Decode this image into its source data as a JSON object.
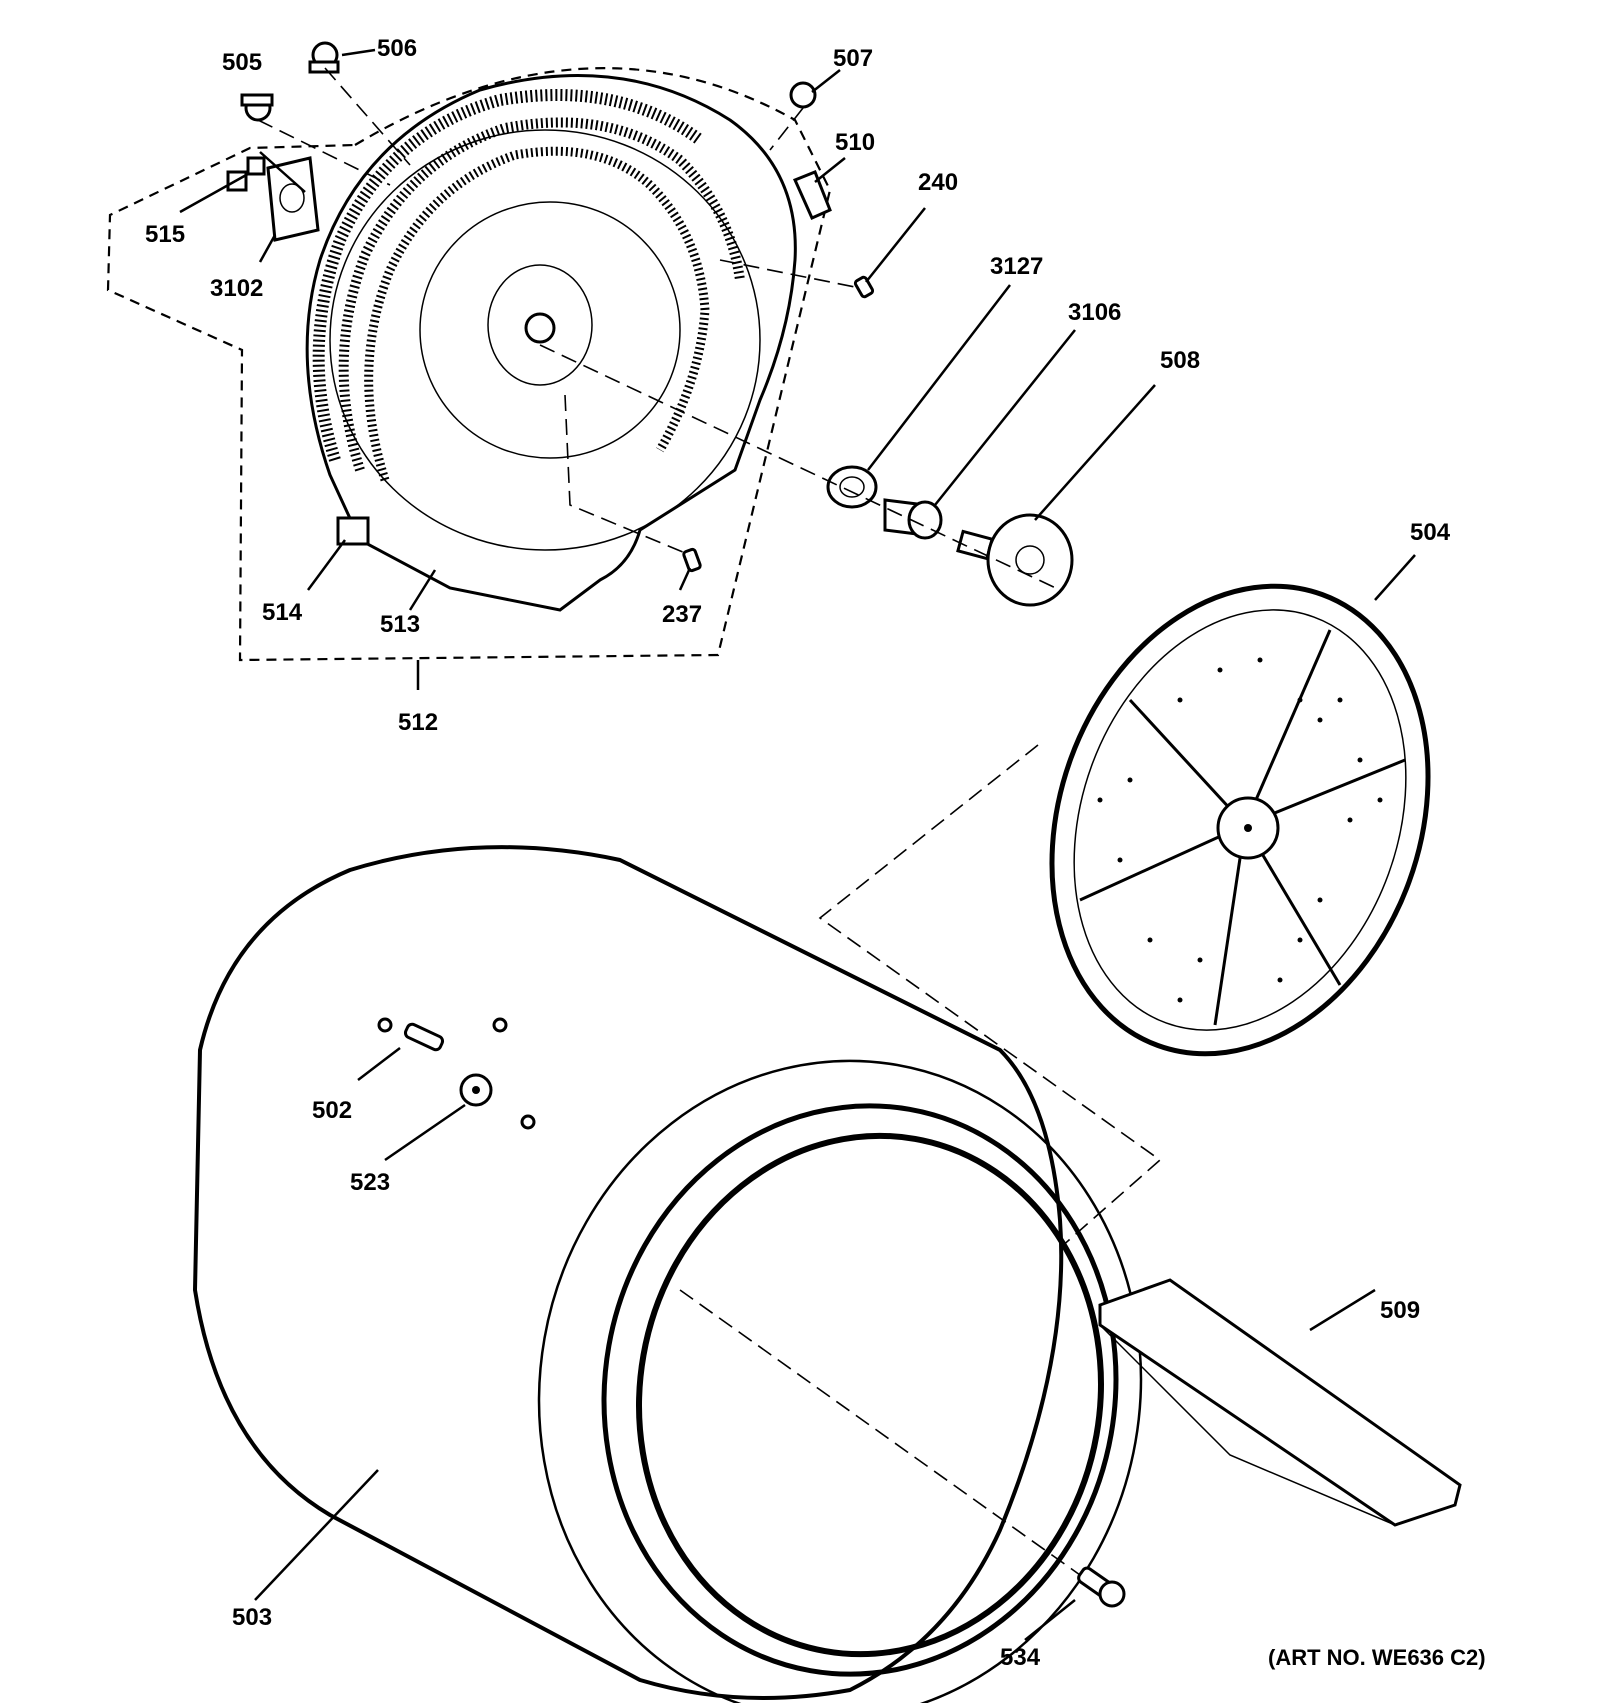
{
  "art_number": "(ART NO. WE636 C2)",
  "callouts": [
    {
      "id": "c505",
      "text": "505"
    },
    {
      "id": "c506",
      "text": "506"
    },
    {
      "id": "c507",
      "text": "507"
    },
    {
      "id": "c510",
      "text": "510"
    },
    {
      "id": "c240",
      "text": "240"
    },
    {
      "id": "c3127",
      "text": "3127"
    },
    {
      "id": "c3106",
      "text": "3106"
    },
    {
      "id": "c508",
      "text": "508"
    },
    {
      "id": "c515",
      "text": "515"
    },
    {
      "id": "c3102",
      "text": "3102"
    },
    {
      "id": "c514",
      "text": "514"
    },
    {
      "id": "c513",
      "text": "513"
    },
    {
      "id": "c237",
      "text": "237"
    },
    {
      "id": "c512",
      "text": "512"
    },
    {
      "id": "c504",
      "text": "504"
    },
    {
      "id": "c502",
      "text": "502"
    },
    {
      "id": "c523",
      "text": "523"
    },
    {
      "id": "c509",
      "text": "509"
    },
    {
      "id": "c503",
      "text": "503"
    },
    {
      "id": "c534",
      "text": "534"
    }
  ]
}
